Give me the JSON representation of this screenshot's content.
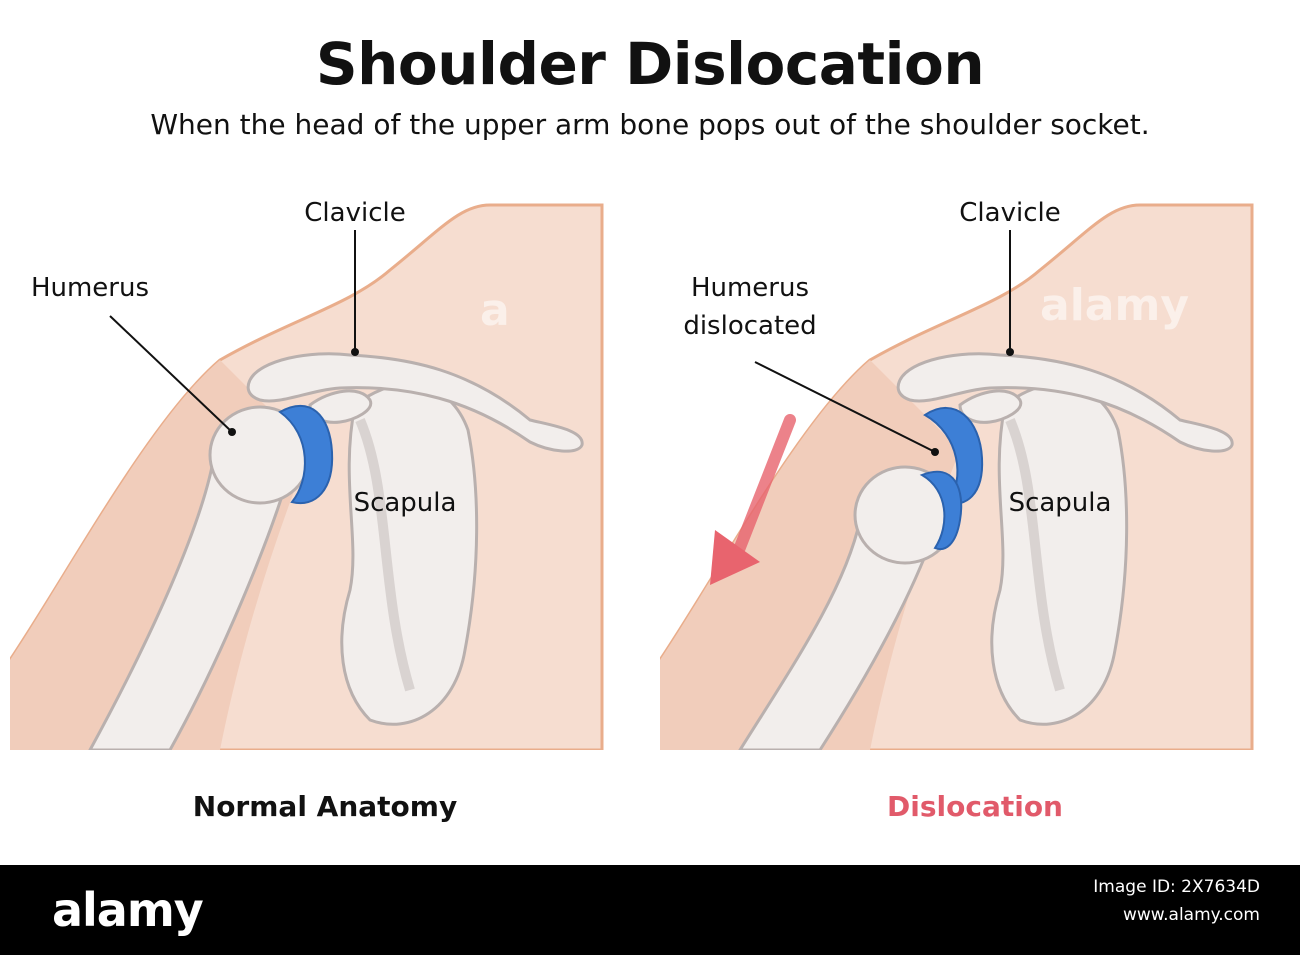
{
  "header": {
    "title": "Shoulder Dislocation",
    "subtitle": "When the head of the upper arm bone pops out of the shoulder socket."
  },
  "panels": [
    {
      "caption": "Normal Anatomy",
      "labels": {
        "clavicle": "Clavicle",
        "humerus": "Humerus",
        "scapula": "Scapula"
      }
    },
    {
      "caption": "Dislocation",
      "labels": {
        "clavicle": "Clavicle",
        "humerus_line1": "Humerus",
        "humerus_line2": "dislocated",
        "scapula": "Scapula"
      }
    }
  ],
  "footer": {
    "logo": "alamy",
    "image_id": "Image ID: 2X7634D",
    "site": "www.alamy.com"
  },
  "colors": {
    "skin": "#f6ddd0",
    "skin_edge": "#e9ad8b",
    "bone": "#f2eeec",
    "bone_shadow": "#cfc7c6",
    "cartilage": "#3d7fd6",
    "dislocation_caption": "#e15a6a",
    "arrow": "#e8646e"
  },
  "icons": {
    "arrow": "down-left-arrow-icon"
  }
}
